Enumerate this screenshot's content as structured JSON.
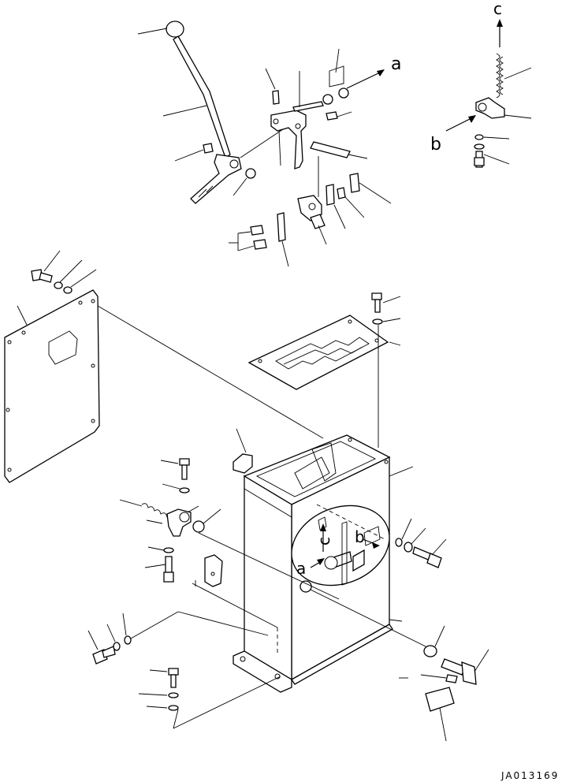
{
  "drawing": {
    "callouts": {
      "a_top": "a",
      "c_top": "c",
      "b_side": "b",
      "a_detail": "a",
      "b_detail": "b",
      "c_detail": "c"
    },
    "drawing_number": "JA013169"
  }
}
